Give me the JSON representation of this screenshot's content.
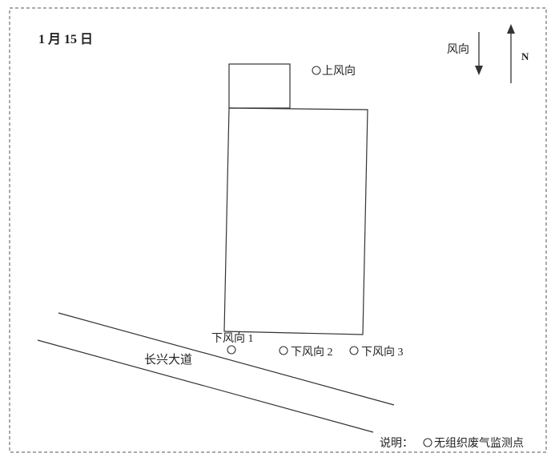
{
  "date_label": "1 月 15 日",
  "wind": {
    "label": "风向",
    "north_label": "N"
  },
  "road": {
    "label": "长兴大道"
  },
  "monitoring_points": {
    "upwind": "上风向",
    "downwind_1": "下风向 1",
    "downwind_2": "下风向 2",
    "downwind_3": "下风向 3"
  },
  "legend": {
    "prefix": "说明：",
    "item_label": "无组织废气监测点"
  },
  "colors": {
    "line": "#333333",
    "border": "#555555",
    "text": "#222222"
  }
}
